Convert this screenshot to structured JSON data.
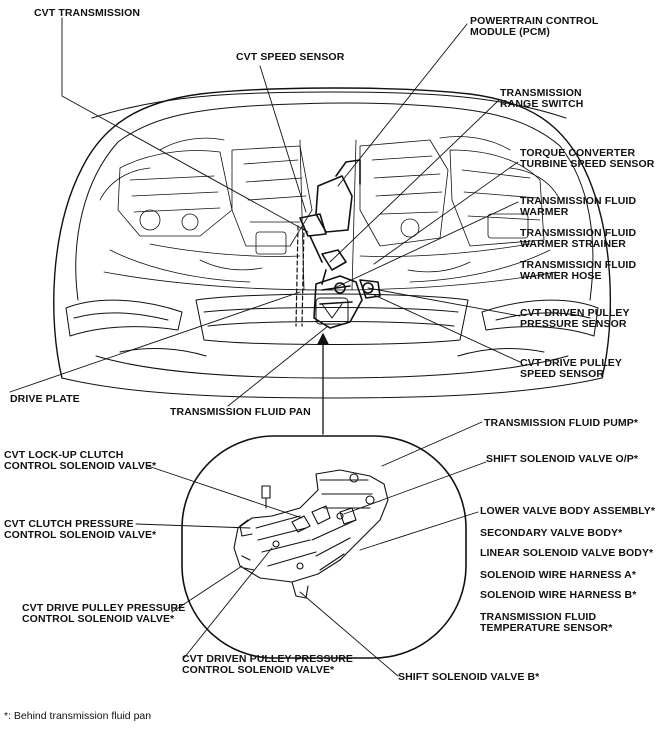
{
  "labels": {
    "cvt_transmission": "CVT TRANSMISSION",
    "pcm": "POWERTRAIN CONTROL\nMODULE (PCM)",
    "cvt_speed_sensor": "CVT SPEED SENSOR",
    "transmission_range_switch": "TRANSMISSION\nRANGE SWITCH",
    "torque_converter_sensor": "TORQUE CONVERTER\nTURBINE SPEED SENSOR",
    "fluid_warmer": "TRANSMISSION FLUID\nWARMER",
    "fluid_warmer_strainer": "TRANSMISSION FLUID\nWARMER STRAINER",
    "fluid_warmer_hose": "TRANSMISSION FLUID\nWARMER HOSE",
    "driven_pulley_pressure_sensor": "CVT DRIVEN PULLEY\nPRESSURE SENSOR",
    "drive_pulley_speed_sensor": "CVT DRIVE PULLEY\nSPEED SENSOR",
    "drive_plate": "DRIVE PLATE",
    "fluid_pan": "TRANSMISSION FLUID PAN",
    "fluid_pump": "TRANSMISSION FLUID PUMP*",
    "lockup_clutch": "CVT LOCK-UP CLUTCH\nCONTROL SOLENOID VALVE*",
    "shift_solenoid_op": "SHIFT SOLENOID VALVE O/P*",
    "clutch_pressure": "CVT CLUTCH PRESSURE\nCONTROL SOLENOID VALVE*",
    "lower_valve_body": "LOWER VALVE BODY ASSEMBLY*",
    "secondary_valve_body": "SECONDARY VALVE BODY*",
    "linear_solenoid_valve_body": "LINEAR SOLENOID VALVE BODY*",
    "wire_harness_a": "SOLENOID WIRE HARNESS A*",
    "wire_harness_b": "SOLENOID WIRE HARNESS B*",
    "fluid_temp_sensor": "TRANSMISSION FLUID\nTEMPERATURE SENSOR*",
    "drive_pulley_pressure": "CVT DRIVE PULLEY PRESSURE\nCONTROL SOLENOID VALVE*",
    "driven_pulley_pressure": "CVT DRIVEN PULLEY PRESSURE\nCONTROL SOLENOID VALVE*",
    "shift_solenoid_b": "SHIFT SOLENOID VALVE B*"
  },
  "footnote": "*: Behind transmission fluid pan"
}
